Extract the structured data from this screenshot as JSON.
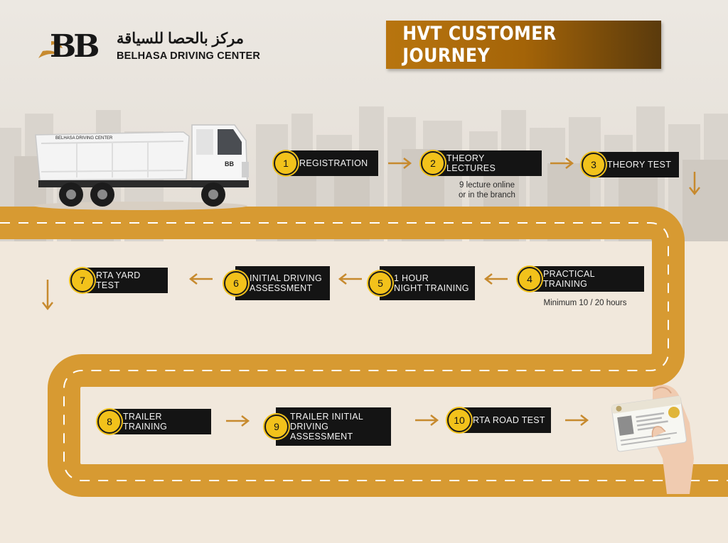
{
  "logo": {
    "arabic": "مركز بالحصا للسياقة",
    "english": "BELHASA DRIVING CENTER",
    "mark": "BB"
  },
  "title": "HVT CUSTOMER JOURNEY",
  "steps": [
    {
      "num": "1",
      "label": "REGISTRATION"
    },
    {
      "num": "2",
      "label": "THEORY LECTURES"
    },
    {
      "num": "3",
      "label": "THEORY TEST"
    },
    {
      "num": "4",
      "label": "PRACTICAL TRAINING"
    },
    {
      "num": "5",
      "label": "1 HOUR\nNIGHT TRAINING"
    },
    {
      "num": "6",
      "label": "INITIAL DRIVING\nASSESSMENT"
    },
    {
      "num": "7",
      "label": "RTA YARD TEST"
    },
    {
      "num": "8",
      "label": "TRAILER TRAINING"
    },
    {
      "num": "9",
      "label": "TRAILER INITIAL\nDRIVING ASSESSMENT"
    },
    {
      "num": "10",
      "label": "RTA ROAD TEST"
    }
  ],
  "notes": {
    "theory": "9 lecture online\nor in the branch",
    "practical": "Minimum 10 / 20 hours"
  },
  "truck_text": {
    "side": "BELHASA DRIVING CENTER",
    "door": "BB"
  },
  "colors": {
    "road": "#d79a32",
    "title_start": "#b8750f",
    "title_end": "#5a3a0c",
    "circle": "#f2c21b",
    "box": "#141414",
    "arrow": "#c78a2e"
  },
  "icons": {
    "arrow": "right-arrow-icon",
    "card": "driving-license-card-icon"
  }
}
